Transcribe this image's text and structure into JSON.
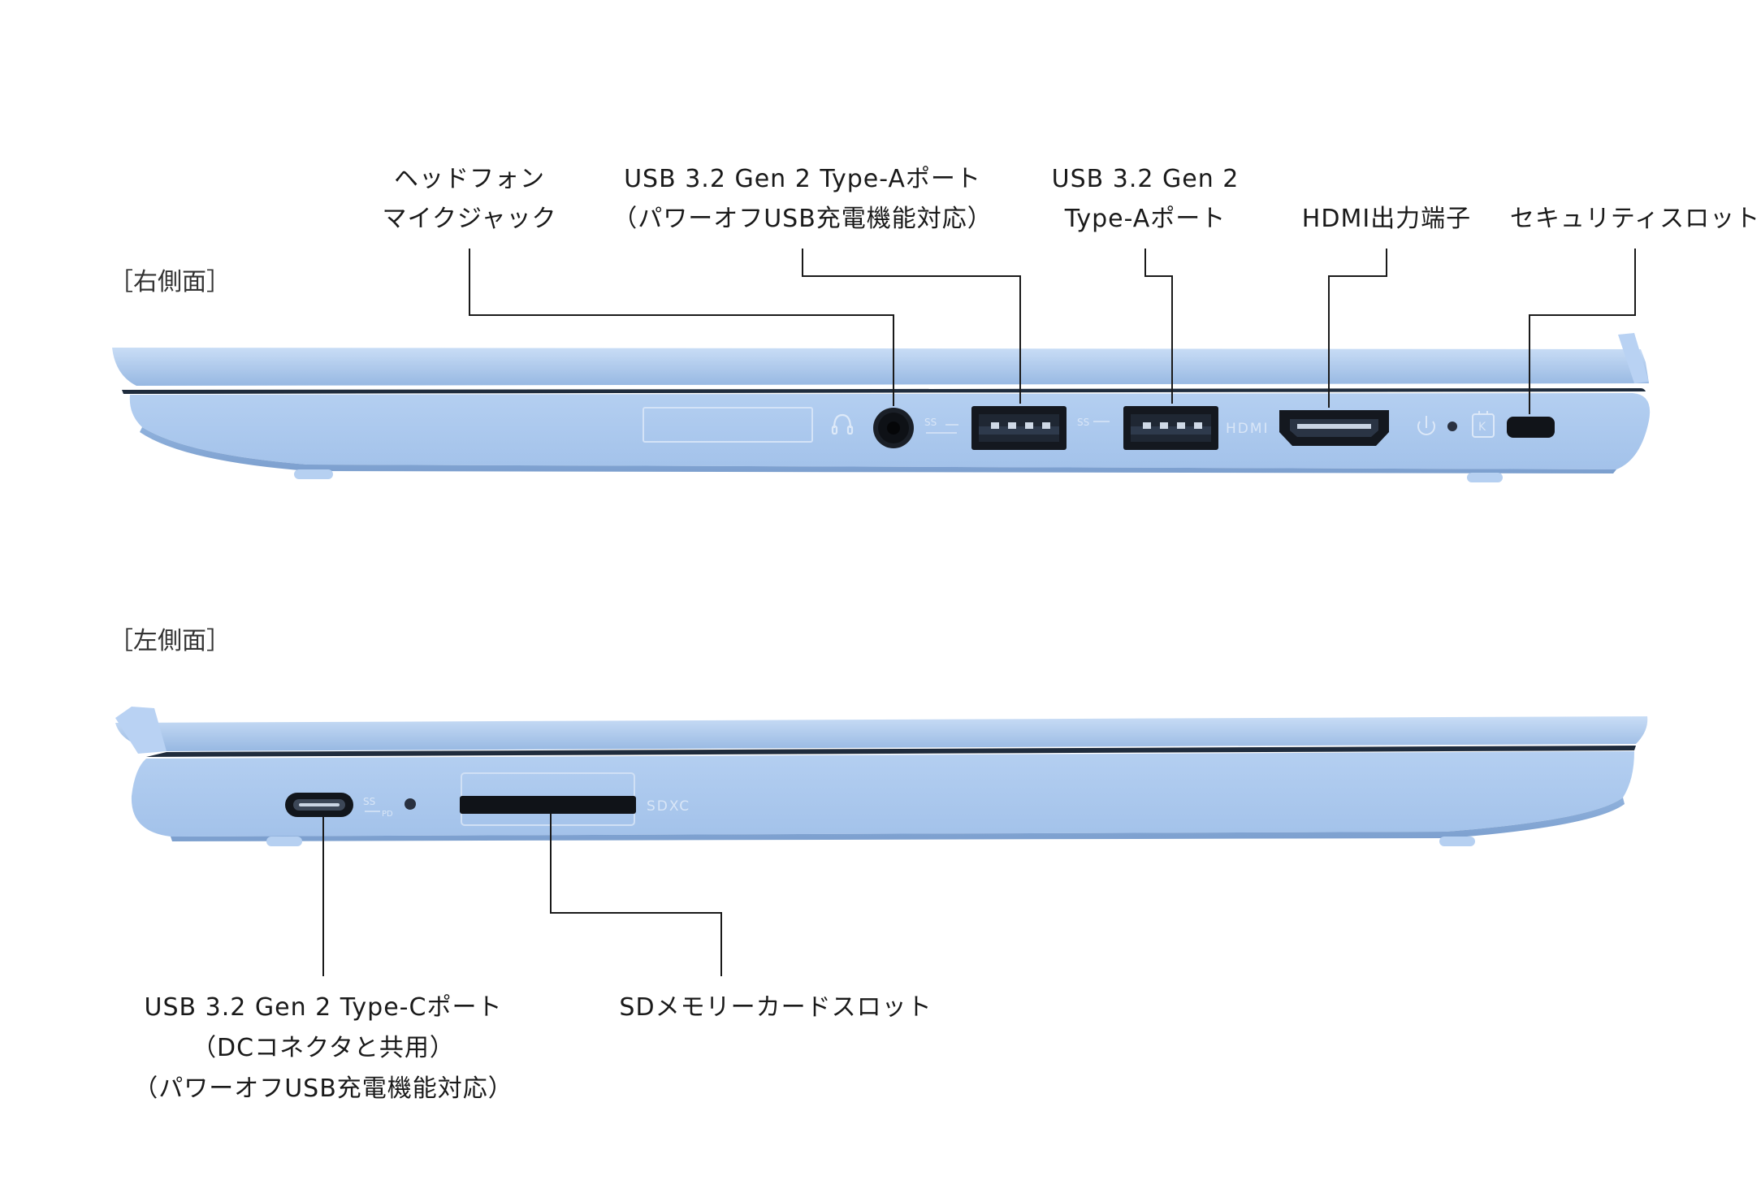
{
  "colors": {
    "body": "#a9c8ef",
    "body_light": "#c2d9f5",
    "body_dark": "#7fa2cf",
    "seam": "#1f2c3d",
    "port": "#14181f",
    "marking": "#e4eefa",
    "leader": "#1a1a1a"
  },
  "sections": {
    "right": "［右側面］",
    "left": "［左側面］"
  },
  "labels": {
    "headphone": [
      "ヘッドフォン",
      "マイクジャック"
    ],
    "usb_a_poweroff": [
      "USB 3.2 Gen 2 Type-Aポート",
      "（パワーオフUSB充電機能対応）"
    ],
    "usb_a": [
      "USB 3.2 Gen 2",
      "Type-Aポート"
    ],
    "hdmi": [
      "HDMI出力端子"
    ],
    "security": [
      "セキュリティスロット"
    ],
    "usb_c": [
      "USB 3.2 Gen 2 Type-Cポート",
      "（DCコネクタと共用）",
      "（パワーオフUSB充電機能対応）"
    ],
    "sd": [
      "SDメモリーカードスロット"
    ]
  },
  "markings": {
    "ss": "SS",
    "pd": "PD",
    "hdmi": "HDMI",
    "sdxc": "SDXC",
    "kensington": "K"
  },
  "icons": [
    "headphone-icon",
    "usb-superspeed-icon",
    "power-icon",
    "kensington-lock-icon"
  ]
}
